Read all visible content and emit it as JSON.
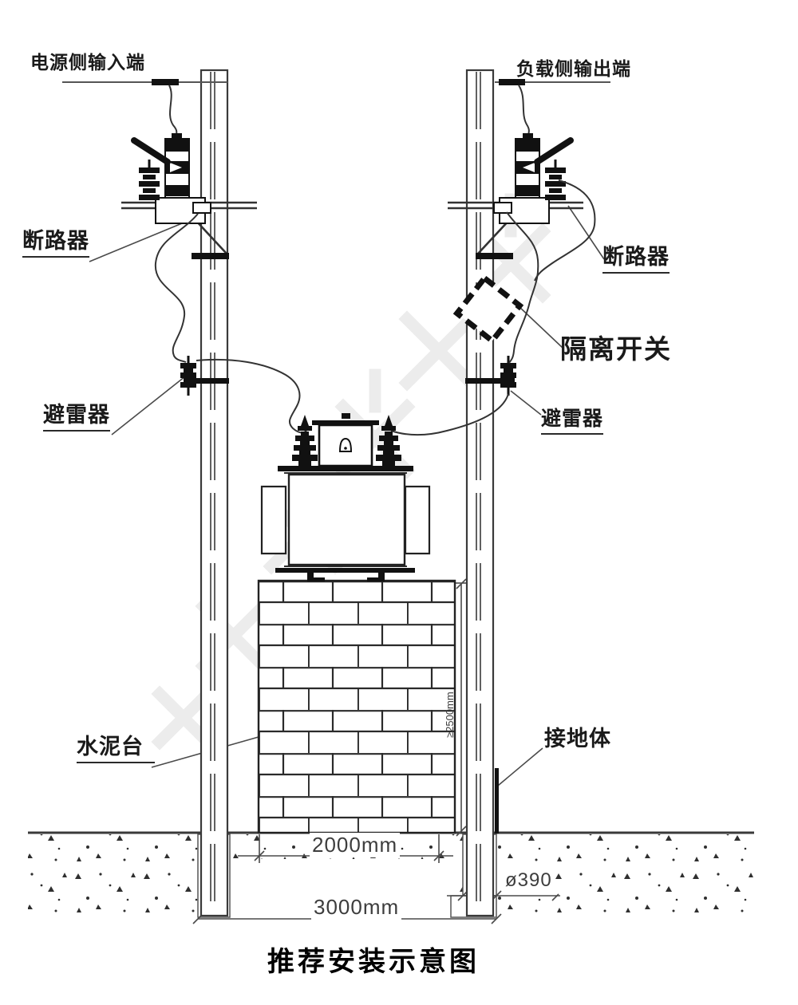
{
  "title": "推荐安装示意图",
  "labels": {
    "power_input": "电源侧输入端",
    "load_output": "负载侧输出端",
    "breaker_left": "断路器",
    "breaker_right": "断路器",
    "isolation_switch": "隔离开关",
    "arrester_left": "避雷器",
    "arrester_right": "避雷器",
    "cement_platform": "水泥台",
    "grounding_body": "接地体"
  },
  "dimensions": {
    "platform_width": "2000mm",
    "pole_spacing": "3000mm",
    "pole_diameter": "ø390",
    "platform_height": "≥2500mm"
  },
  "colors": {
    "line": "#333333",
    "dimension_line": "#4a4a4a",
    "text": "#1a1a1a",
    "background": "#ffffff"
  }
}
